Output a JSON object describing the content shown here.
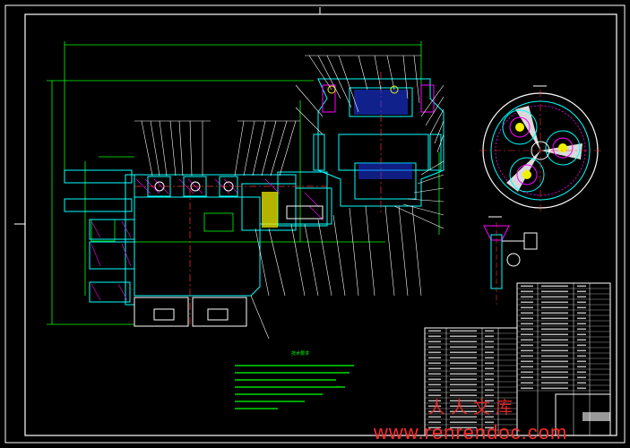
{
  "drawing": {
    "notes_title": "技术要求",
    "colors": {
      "background": "#000000",
      "frame": "#ffffff",
      "outline": "#00ffff",
      "dimension": "#00ff00",
      "hatch": "#ff00ff",
      "leader": "#ffffff",
      "center": "#ff3030",
      "fill_blue": "#1e3cff",
      "watermark": "#ff2020"
    }
  },
  "watermark": {
    "brand_text": "人人文库",
    "url_text": "www.renrendoc.com"
  }
}
